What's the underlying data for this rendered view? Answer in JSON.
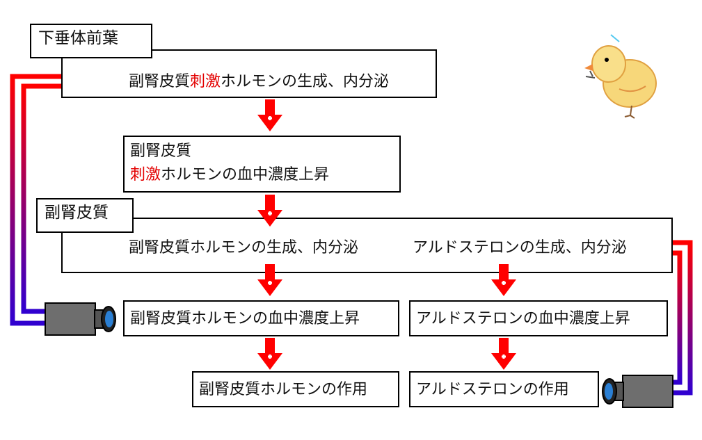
{
  "pituitary": {
    "label": "下垂体前葉",
    "row1": {
      "pre": "副腎皮質",
      "red": "刺激",
      "post": "ホルモンの生成、内分泌"
    }
  },
  "acth_level": {
    "line1": "副腎皮質",
    "line2_red": "刺激",
    "line2_post": "ホルモンの血中濃度上昇"
  },
  "adrenal": {
    "label": "副腎皮質",
    "row_left": "副腎皮質ホルモンの生成、内分泌",
    "row_right": "アルドステロンの生成、内分泌"
  },
  "left_chain": {
    "level": "副腎皮質ホルモンの血中濃度上昇",
    "action": "副腎皮質ホルモンの作用"
  },
  "right_chain": {
    "level": "アルドステロンの血中濃度上昇",
    "action": "アルドステロンの作用"
  },
  "colors": {
    "feedback_high": "#ff0000",
    "feedback_low": "#0000ff",
    "arrow": "#ff0000",
    "emphasis_text": "#e30000"
  },
  "icons": [
    "camera-icon",
    "chick-illustration",
    "plus-arrow-icon"
  ]
}
